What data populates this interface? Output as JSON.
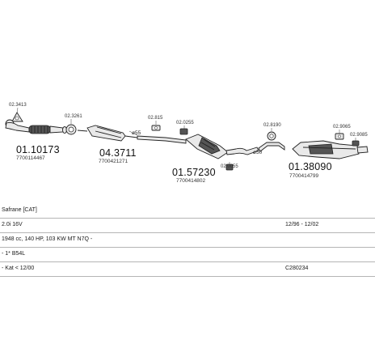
{
  "parts": [
    {
      "number": "01.10173",
      "ref": "7700114467"
    },
    {
      "number": "04.3711",
      "ref": "7700421271"
    },
    {
      "number": "01.57230",
      "ref": "7700414802"
    },
    {
      "number": "01.38090",
      "ref": "7700414799"
    }
  ],
  "small_parts": [
    "02.3413",
    "02.3261",
    "02.815",
    "02.0255",
    "02.0055",
    "02.8190",
    "02.9065",
    "02.9085"
  ],
  "pipe_diameters": [
    "ø55",
    "ø50"
  ],
  "info_rows": [
    {
      "left": "Safrane [CAT]",
      "right": ""
    },
    {
      "left": "2.0i 16V",
      "right": "12/96 - 12/02"
    },
    {
      "left": "1948 cc, 140 HP, 103 KW MT N7Q -",
      "right": ""
    },
    {
      "left": "- 1* B54L",
      "right": ""
    },
    {
      "left": "- Kat < 12/00",
      "right": "C280234"
    }
  ],
  "colors": {
    "line": "#222222",
    "part_fill": "#e9e9e9",
    "rule": "#b5b5b5"
  }
}
